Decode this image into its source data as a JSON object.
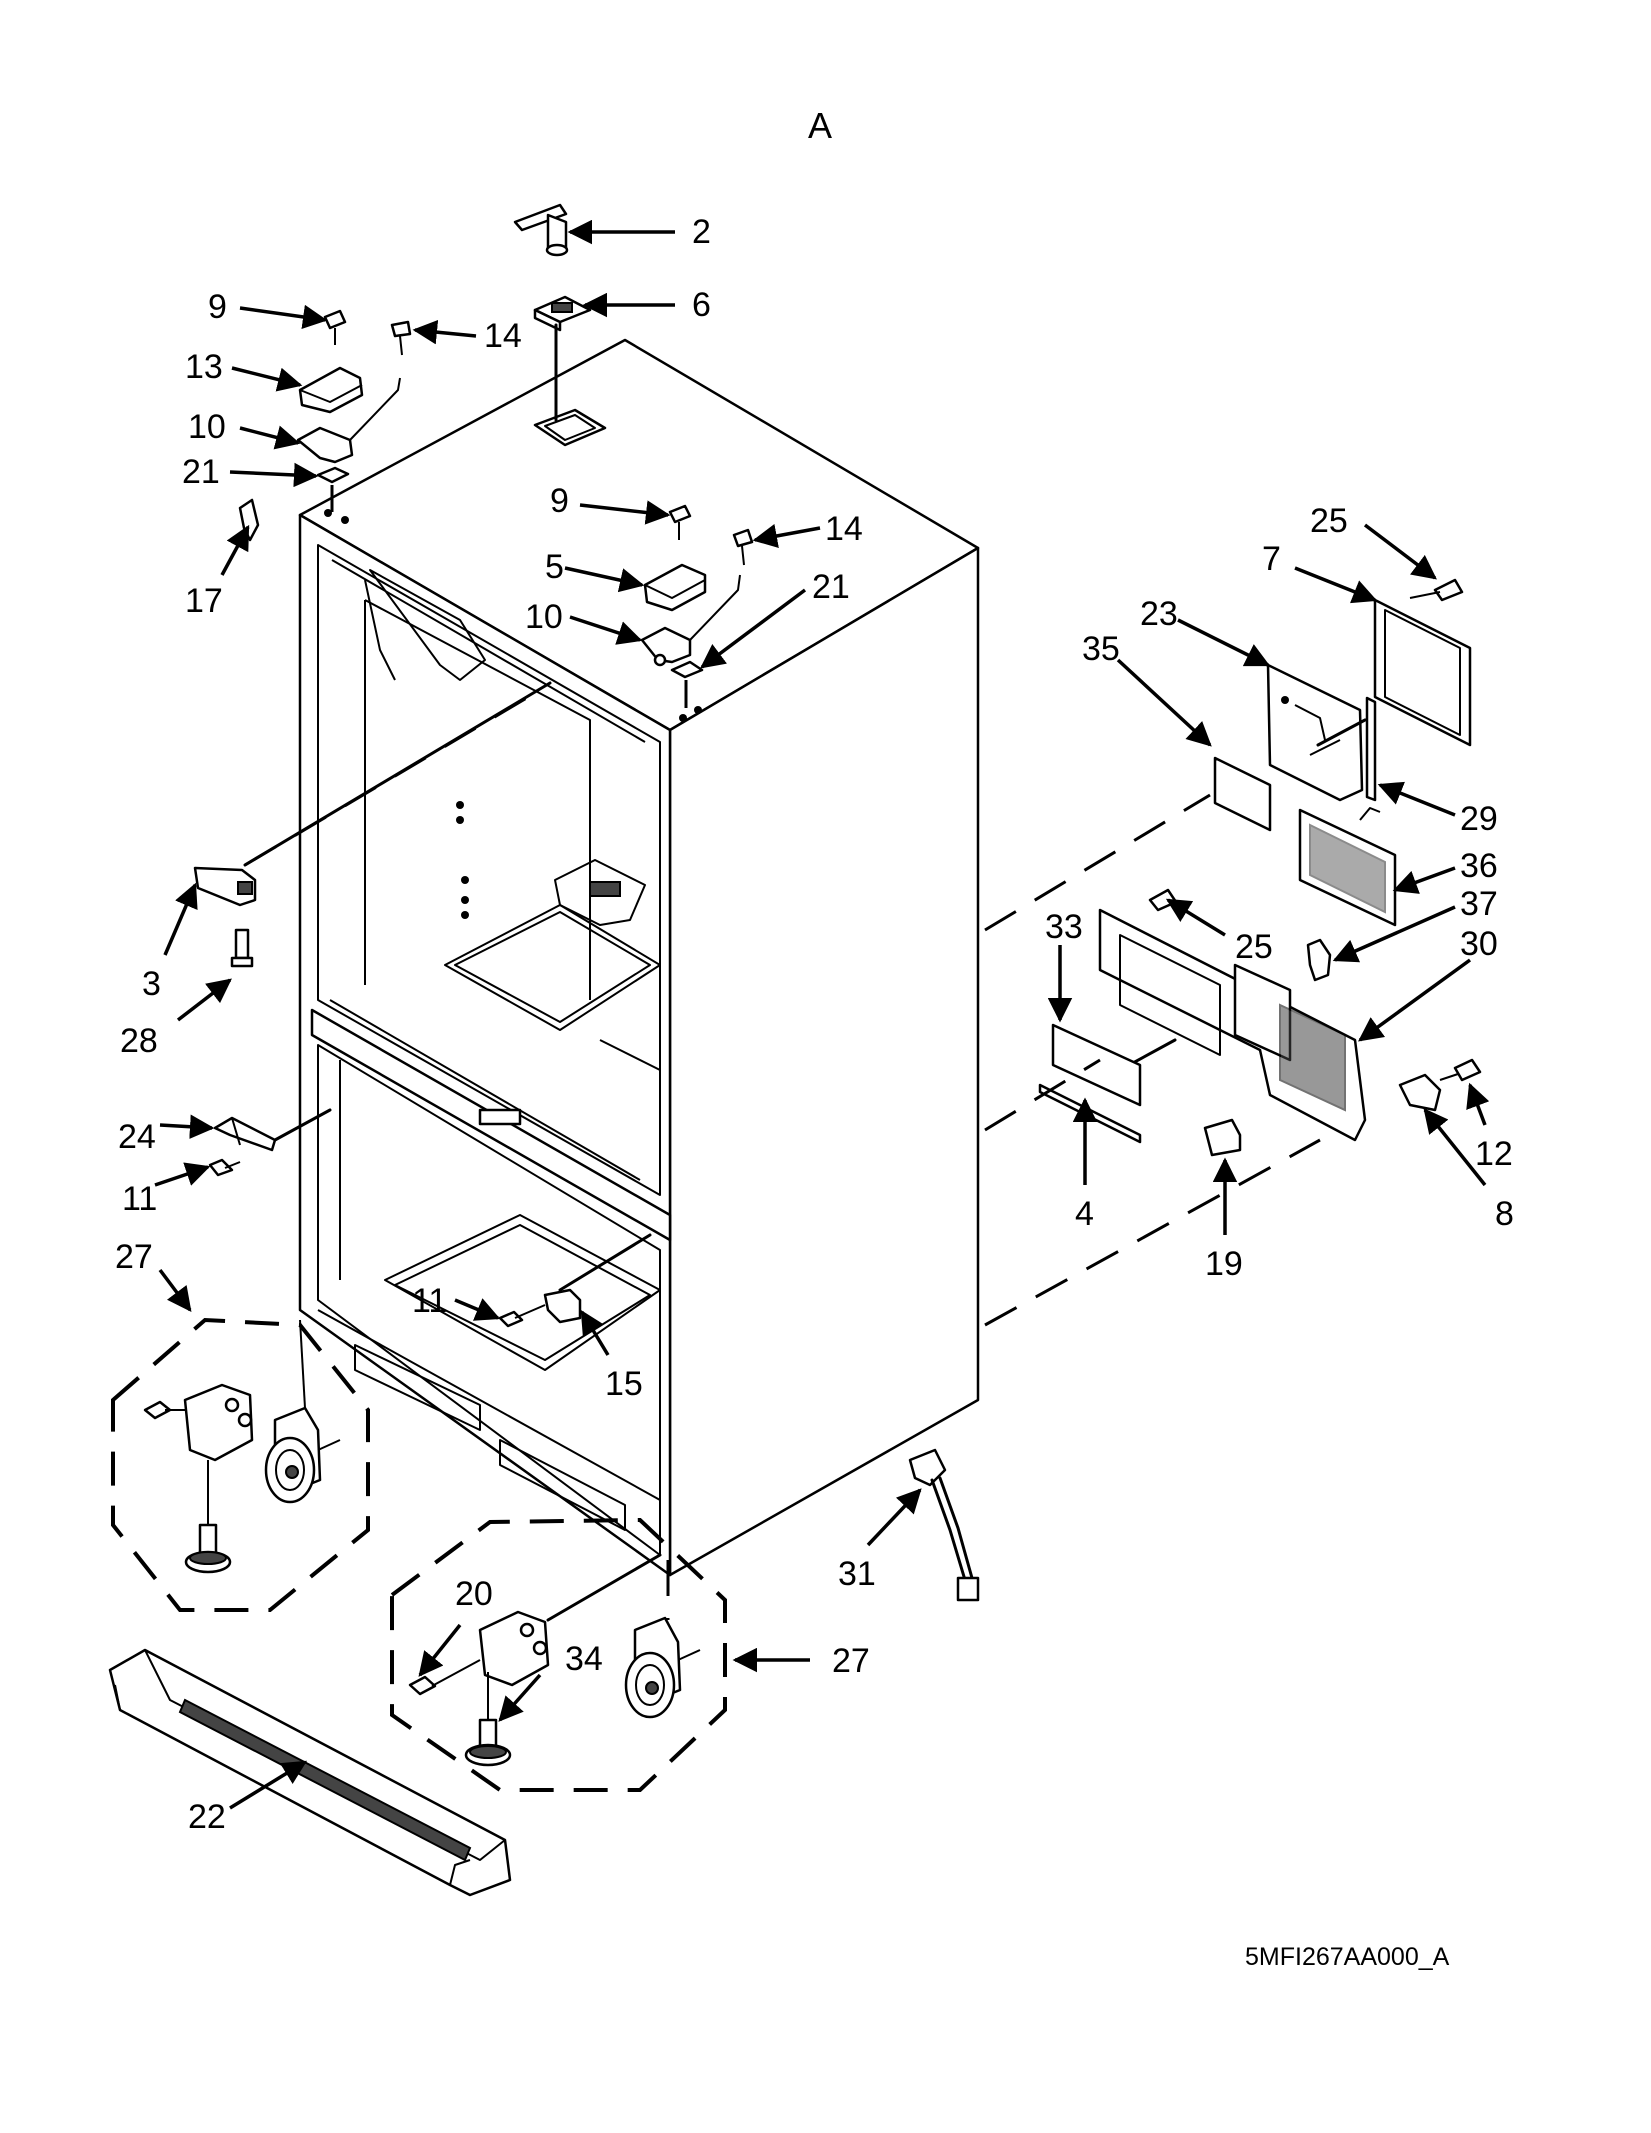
{
  "sheet_letter": "A",
  "diagram_code": "5MFI267AA000_A",
  "callouts": [
    {
      "id": "c2",
      "text": "2"
    },
    {
      "id": "c6",
      "text": "6"
    },
    {
      "id": "c9a",
      "text": "9"
    },
    {
      "id": "c14a",
      "text": "14"
    },
    {
      "id": "c13",
      "text": "13"
    },
    {
      "id": "c10a",
      "text": "10"
    },
    {
      "id": "c21a",
      "text": "21"
    },
    {
      "id": "c17",
      "text": "17"
    },
    {
      "id": "c9b",
      "text": "9"
    },
    {
      "id": "c14b",
      "text": "14"
    },
    {
      "id": "c5",
      "text": "5"
    },
    {
      "id": "c21b",
      "text": "21"
    },
    {
      "id": "c10b",
      "text": "10"
    },
    {
      "id": "c25a",
      "text": "25"
    },
    {
      "id": "c7",
      "text": "7"
    },
    {
      "id": "c23",
      "text": "23"
    },
    {
      "id": "c35",
      "text": "35"
    },
    {
      "id": "c29",
      "text": "29"
    },
    {
      "id": "c36",
      "text": "36"
    },
    {
      "id": "c37",
      "text": "37"
    },
    {
      "id": "c33",
      "text": "33"
    },
    {
      "id": "c25b",
      "text": "25"
    },
    {
      "id": "c30",
      "text": "30"
    },
    {
      "id": "c3",
      "text": "3"
    },
    {
      "id": "c28",
      "text": "28"
    },
    {
      "id": "c24",
      "text": "24"
    },
    {
      "id": "c11a",
      "text": "11"
    },
    {
      "id": "c27a",
      "text": "27"
    },
    {
      "id": "c12",
      "text": "12"
    },
    {
      "id": "c8",
      "text": "8"
    },
    {
      "id": "c4",
      "text": "4"
    },
    {
      "id": "c19",
      "text": "19"
    },
    {
      "id": "c11b",
      "text": "11"
    },
    {
      "id": "c15",
      "text": "15"
    },
    {
      "id": "c31",
      "text": "31"
    },
    {
      "id": "c20",
      "text": "20"
    },
    {
      "id": "c34",
      "text": "34"
    },
    {
      "id": "c27b",
      "text": "27"
    },
    {
      "id": "c22",
      "text": "22"
    }
  ]
}
